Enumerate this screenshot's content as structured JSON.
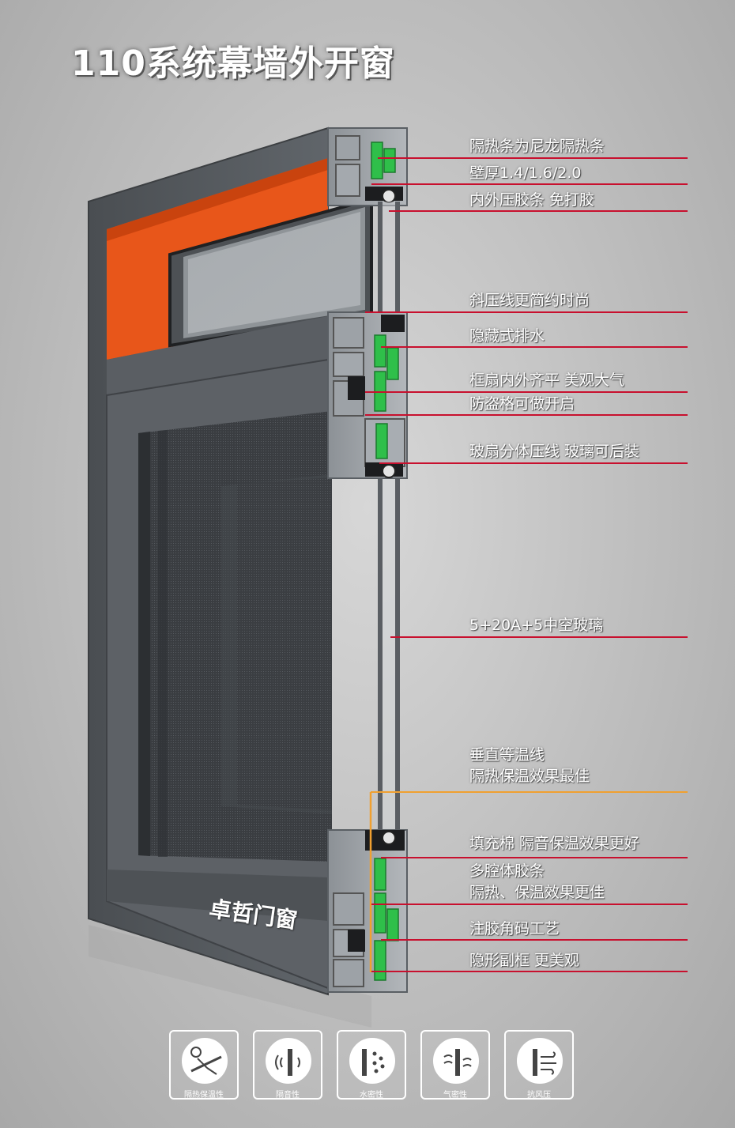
{
  "title": "110系统幕墙外开窗",
  "brand": "卓哲门窗",
  "colors": {
    "callout_line": "#c8102e",
    "highlight_line": "#f0a030",
    "frame": "#55595d",
    "frame_inner_orange": "#e8561a",
    "thermal_strip": "#2fbf4a"
  },
  "callouts": [
    {
      "id": "nylon-strip",
      "text": "隔热条为尼龙隔热条"
    },
    {
      "id": "wall-thickness",
      "text": "壁厚1.4/1.6/2.0"
    },
    {
      "id": "gasket",
      "text": "内外压胶条 免打胶"
    },
    {
      "id": "bevel-bead",
      "text": "斜压线更简约时尚"
    },
    {
      "id": "hidden-drain",
      "text": "隐藏式排水"
    },
    {
      "id": "flush-sash",
      "text": "框扇内外齐平 美观大气"
    },
    {
      "id": "security-grille",
      "text": "防盗格可做开启"
    },
    {
      "id": "split-bead",
      "text": "玻扇分体压线 玻璃可后装"
    },
    {
      "id": "insulated-glass",
      "text": "5+20A+5中空玻璃"
    },
    {
      "id": "isotherm-line-1",
      "text": "垂直等温线"
    },
    {
      "id": "isotherm-line-2",
      "text": "隔热保温效果最佳"
    },
    {
      "id": "cotton-fill",
      "text": "填充棉  隔音保温效果更好"
    },
    {
      "id": "multi-cavity-1",
      "text": "多腔体胶条"
    },
    {
      "id": "multi-cavity-2",
      "text": "隔热、保温效果更佳"
    },
    {
      "id": "corner-glue",
      "text": "注胶角码工艺"
    },
    {
      "id": "hidden-subframe",
      "text": "隐形副框 更美观"
    }
  ],
  "badges": [
    {
      "label": "隔热保温性",
      "icon": "thermal-insulation-icon"
    },
    {
      "label": "隔音性",
      "icon": "sound-insulation-icon"
    },
    {
      "label": "水密性",
      "icon": "water-tightness-icon"
    },
    {
      "label": "气密性",
      "icon": "air-tightness-icon"
    },
    {
      "label": "抗风压",
      "icon": "wind-pressure-icon"
    }
  ]
}
